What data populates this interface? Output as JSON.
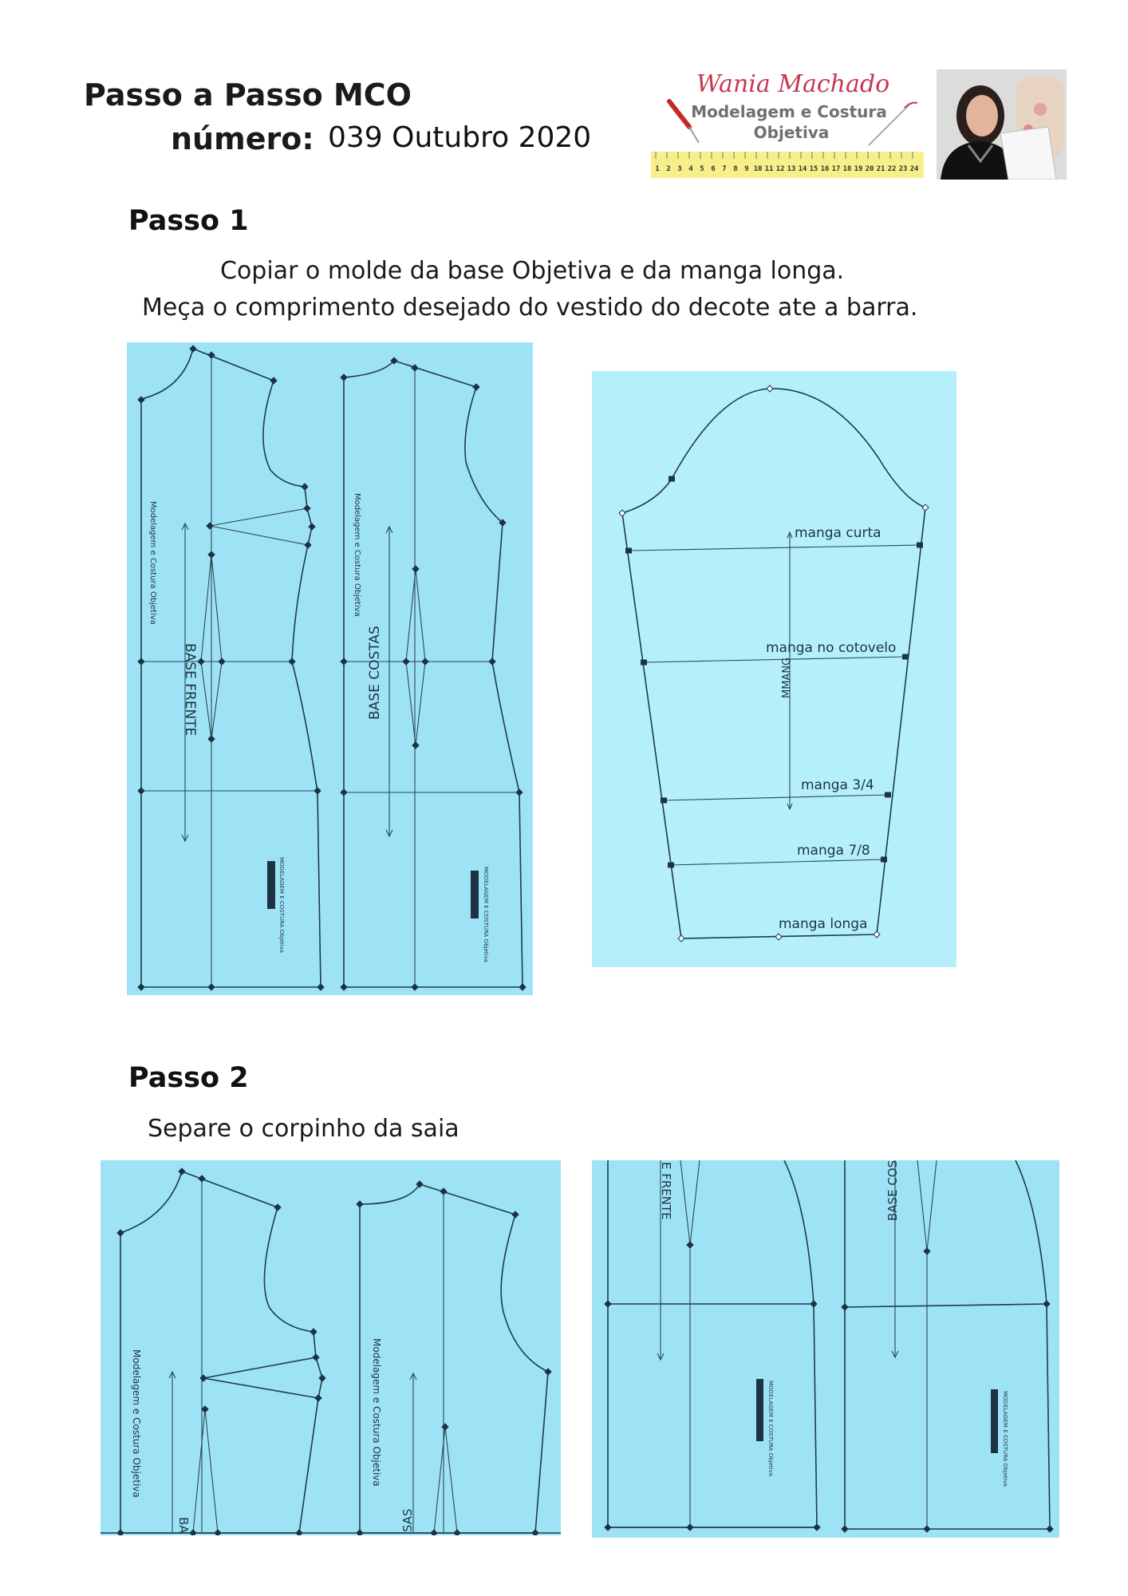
{
  "header": {
    "title": "Passo a Passo MCO",
    "number_label": "número:",
    "number_value": "039 Outubro 2020"
  },
  "logo": {
    "script_name": "Wania Machado",
    "line1": "Modelagem e Costura",
    "line2": "Objetiva",
    "ruler_numbers": [
      "1",
      "2",
      "3",
      "4",
      "5",
      "6",
      "7",
      "8",
      "9",
      "10",
      "11",
      "12",
      "13",
      "14",
      "15",
      "16",
      "17",
      "18",
      "19",
      "20",
      "21",
      "22",
      "23",
      "24"
    ]
  },
  "colors": {
    "pattern_bg": "#9ee3f5",
    "sleeve_bg": "#b5f0fa",
    "ink": "#1d3b4e",
    "logo_pink": "#c8374f",
    "ruler": "#f7f08a"
  },
  "step1": {
    "heading": "Passo 1",
    "line1": "Copiar o molde da base Objetiva e da manga longa.",
    "line2": "Meça o comprimento desejado do vestido do decote ate a barra.",
    "bodice": {
      "brand_text": "Modelagem e Costura Objetiva",
      "front_label": "BASE FRENTE",
      "back_label": "BASE COSTAS",
      "stamp_text": "MODELAGEM E COSTURA Objetiva"
    },
    "sleeve": {
      "labels": {
        "short": "manga curta",
        "elbow": "manga no cotovelo",
        "three_quarter": "manga 3/4",
        "seven_eighth": "manga 7/8",
        "long": "manga longa",
        "axis": "MMANG"
      }
    }
  },
  "step2": {
    "heading": "Passo 2",
    "line1": "Separe o corpinho da saia",
    "bodice": {
      "brand_text": "Modelagem e Costura Objetiva",
      "front_cut_label": "BA",
      "back_cut_label": "SAS"
    },
    "skirt": {
      "front_cut_label": "E FRENTE",
      "back_cut_label": "BASE COS",
      "stamp_text": "MODELAGEM E COSTURA Objetiva"
    }
  }
}
